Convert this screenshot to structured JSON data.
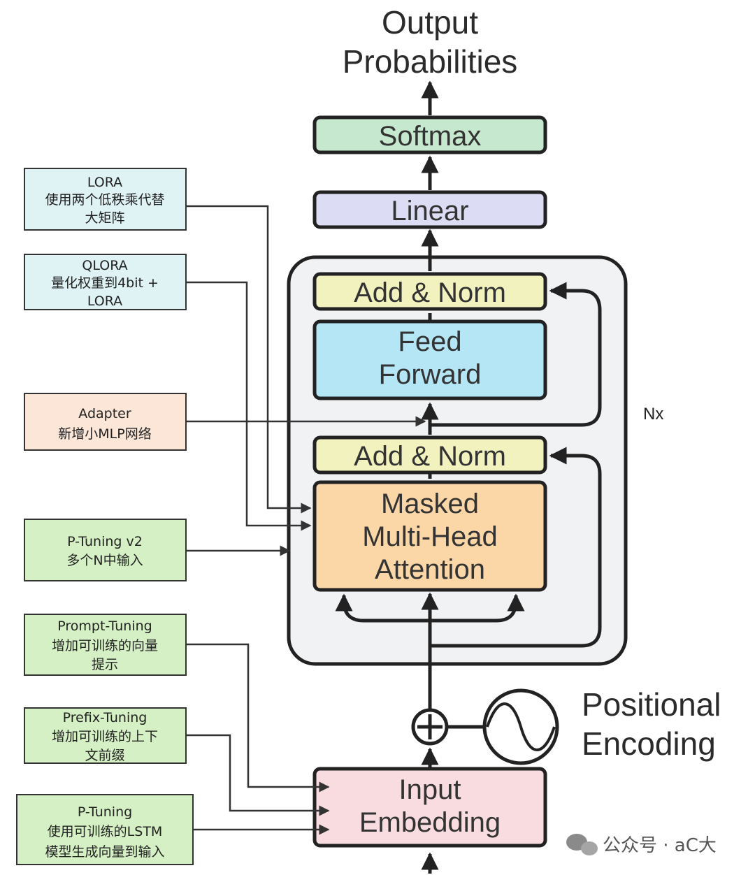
{
  "title": {
    "line1": "Output",
    "line2": "Probabilities"
  },
  "blocks": {
    "softmax": "Softmax",
    "linear": "Linear",
    "add_norm_top": "Add & Norm",
    "feed_forward": {
      "line1": "Feed",
      "line2": "Forward"
    },
    "add_norm_bottom": "Add & Norm",
    "mmha": {
      "line1": "Masked",
      "line2": "Multi-Head",
      "line3": "Attention"
    },
    "input_embedding": {
      "line1": "Input",
      "line2": "Embedding"
    }
  },
  "nx_label": "Nx",
  "positional_encoding": {
    "line1": "Positional",
    "line2": "Encoding"
  },
  "annotations": {
    "lora": [
      "LORA",
      "使用两个低秩乘代替",
      "大矩阵"
    ],
    "qlora": [
      "QLORA",
      "量化权重到4bit +",
      "LORA"
    ],
    "adapter": [
      "Adapter",
      "新增小MLP网络"
    ],
    "ptuning_v2": [
      "P-Tuning v2",
      "多个N中输入"
    ],
    "prompt_tuning": [
      "Prompt-Tuning",
      "增加可训练的向量",
      "提示"
    ],
    "prefix_tuning": [
      "Prefix-Tuning",
      "增加可训练的上下",
      "文前缀"
    ],
    "ptuning": [
      "P-Tuning",
      "使用可训练的LSTM",
      "模型生成向量到输入"
    ]
  },
  "watermark": "公众号 · aC大",
  "colors": {
    "softmax": "#c6e8cf",
    "linear": "#dcdcf4",
    "add_norm": "#f2f2bf",
    "feed_forward": "#b4e6f6",
    "mmha": "#fbd7a8",
    "input_embedding": "#f8dce0",
    "nx_container": "#f1f2f4",
    "annot_blue": "#dff3f5",
    "annot_orange": "#fbe6d8",
    "annot_green": "#d5f0c4"
  }
}
